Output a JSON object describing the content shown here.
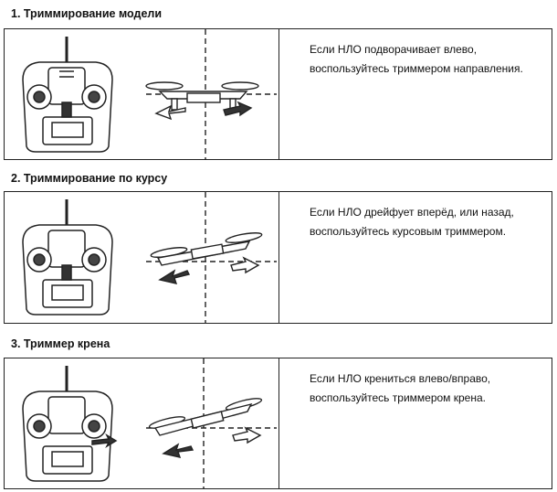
{
  "sections": [
    {
      "heading": "1. Триммирование модели",
      "line1": "Если НЛО подворачивает влево,",
      "line2": "воспользуйтесь  триммером направления."
    },
    {
      "heading": "2. Триммирование по курсу",
      "line1": "Если НЛО дрейфует вперёд, или назад,",
      "line2": "воспользуйтесь курсовым триммером."
    },
    {
      "heading": "3. Триммер крена",
      "line1": "Если НЛО крениться влево/вправо,",
      "line2": "воспользуйтесь триммером крена."
    }
  ]
}
